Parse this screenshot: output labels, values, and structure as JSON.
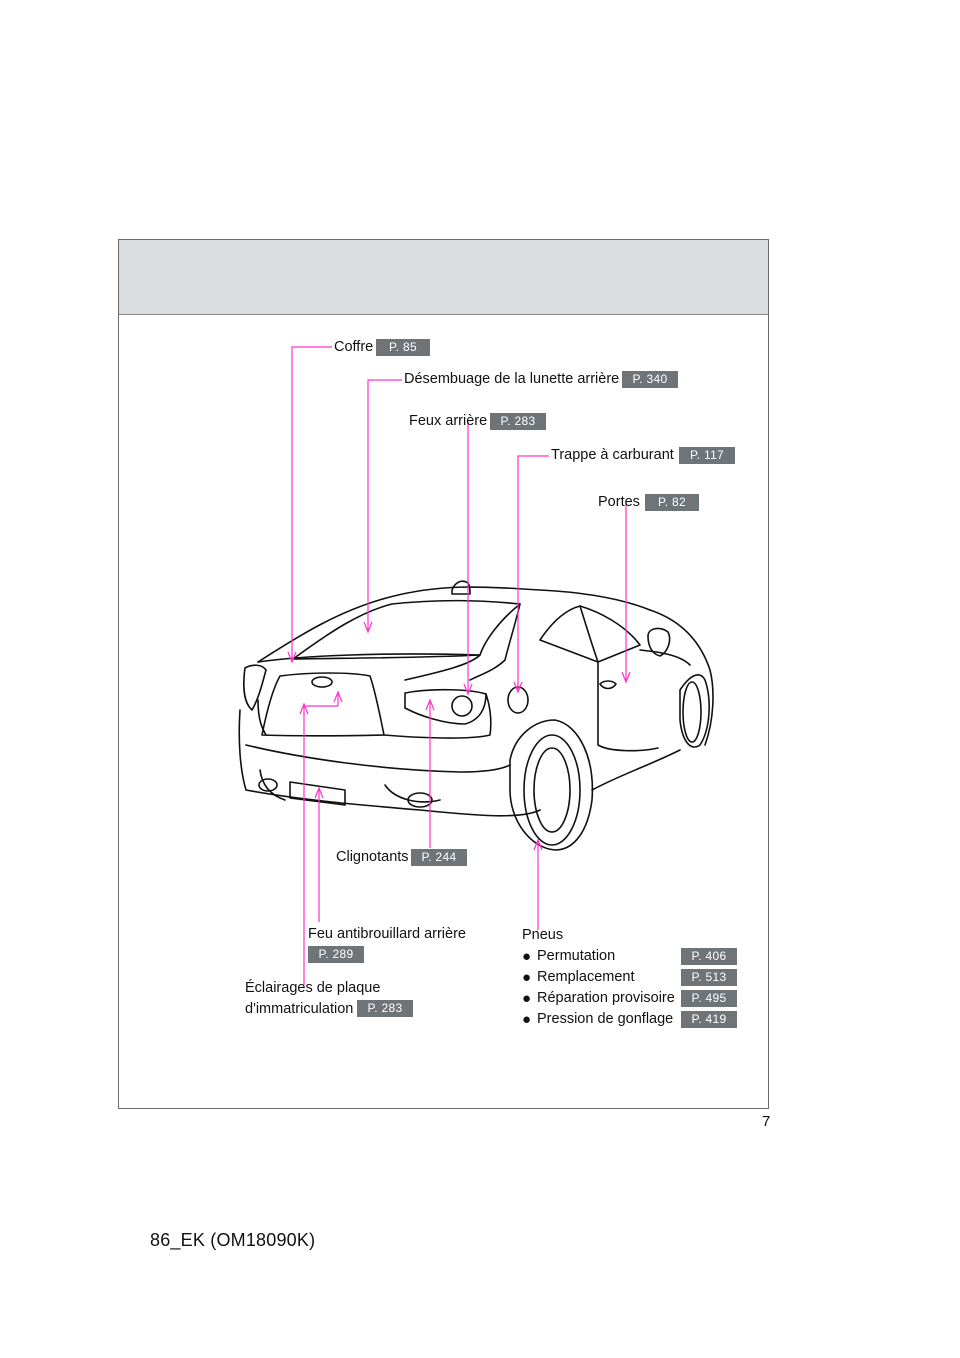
{
  "callouts": {
    "coffre": {
      "label": "Coffre",
      "page": "P. 85"
    },
    "desembuage": {
      "label": "Désembuage de la lunette arrière",
      "page": "P. 340"
    },
    "feux_arriere": {
      "label": "Feux arrière",
      "page": "P. 283"
    },
    "trappe": {
      "label": "Trappe à carburant",
      "page": "P. 117"
    },
    "portes": {
      "label": "Portes",
      "page": "P. 82"
    },
    "clignotants": {
      "label": "Clignotants",
      "page": "P. 244"
    },
    "feu_antibrouillard": {
      "label": "Feu antibrouillard arrière",
      "page": "P. 289"
    },
    "eclairages": {
      "line1": "Éclairages de plaque",
      "line2": "d'immatriculation",
      "page": "P. 283"
    }
  },
  "pneus": {
    "title": "Pneus",
    "items": [
      {
        "label": "Permutation",
        "page": "P. 406"
      },
      {
        "label": "Remplacement",
        "page": "P. 513"
      },
      {
        "label": "Réparation provisoire",
        "page": "P. 495"
      },
      {
        "label": "Pression de gonflage",
        "page": "P. 419"
      }
    ]
  },
  "page_number": "7",
  "footer_code": "86_EK (OM18090K)",
  "colors": {
    "leader": "#ff33cc",
    "badge": "#6f7478",
    "header_band": "#d9dde0"
  }
}
